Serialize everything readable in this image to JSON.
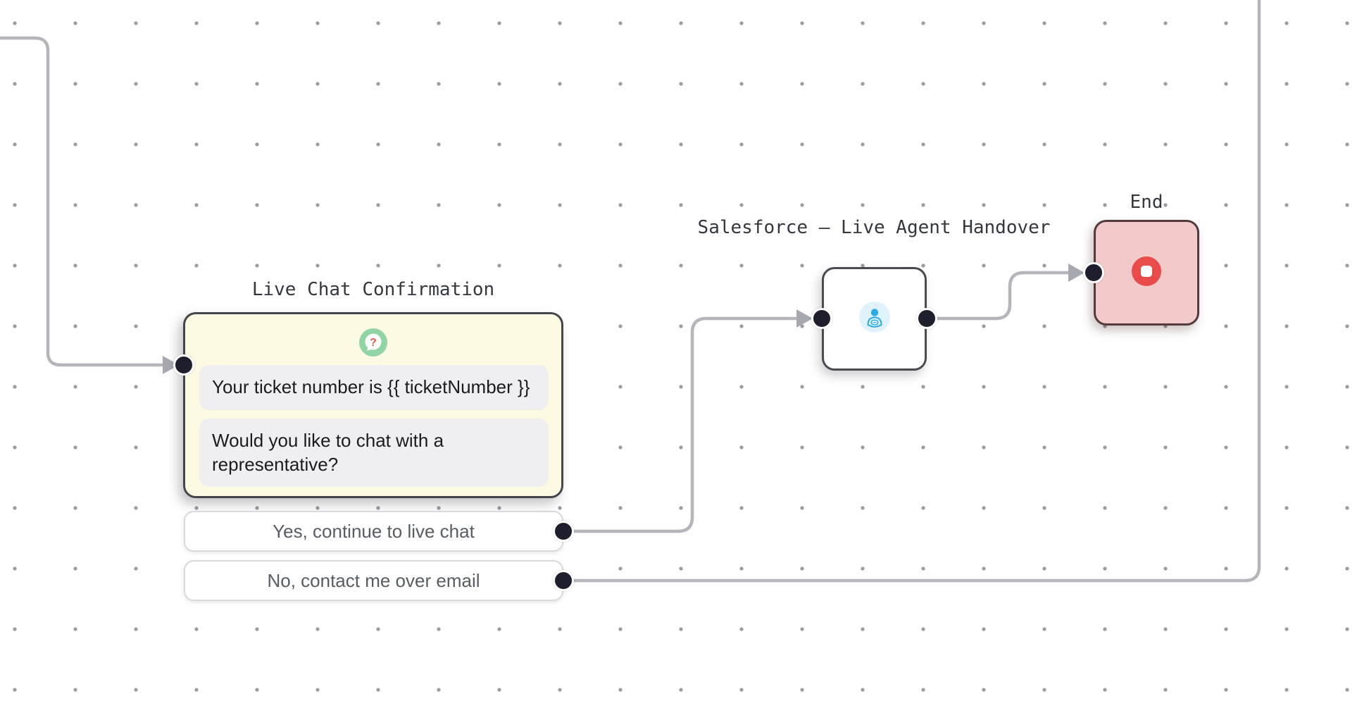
{
  "canvas": {
    "background": "#ffffff",
    "grid_dot_color": "#9b9ba3",
    "connector_color": "#b5b5bb",
    "arrowhead_color": "#a8a8b0",
    "port_color": "#1e1e2d"
  },
  "nodes": {
    "live_chat": {
      "title": "Live Chat Confirmation",
      "background": "#fcfae2",
      "icon": "question-speech-bubble-icon",
      "icon_color": "#8fd5a4",
      "question_mark": "?",
      "question_mark_color": "#ee5a4e",
      "messages": [
        "Your ticket number is {{ ticketNumber }}",
        "Would you like to chat with a representative?"
      ],
      "options": [
        {
          "label": "Yes, continue to live chat"
        },
        {
          "label": "No, contact me over email"
        }
      ]
    },
    "salesforce": {
      "title": "Salesforce – Live Agent Handover",
      "background": "#ffffff",
      "icon": "live-agent-person-icon",
      "icon_color": "#2aabe3",
      "icon_bg": "#e0f3fd"
    },
    "end": {
      "title": "End",
      "background": "#f3caca",
      "icon": "stop-icon",
      "icon_color": "#e84b49"
    }
  }
}
